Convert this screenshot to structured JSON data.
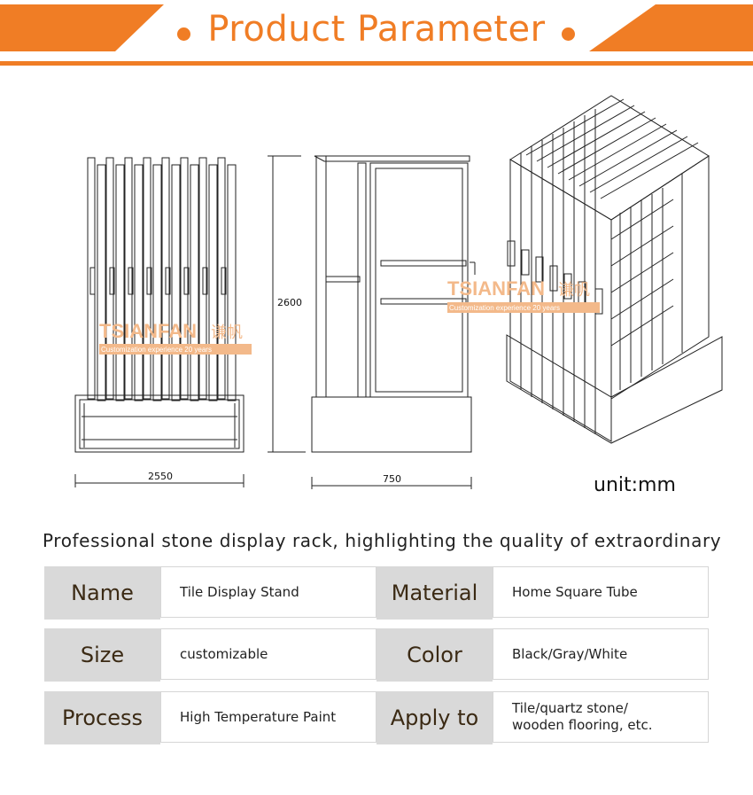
{
  "header": {
    "title": "Product Parameter",
    "accent_color": "#f07d25"
  },
  "drawing": {
    "dim_width_front": "2550",
    "dim_height": "2600",
    "dim_depth": "750",
    "watermark_brand": "TSIANFAN",
    "watermark_cn": "谦帆",
    "watermark_sub": "Customization experience 20 years",
    "unit": "unit:mm"
  },
  "tagline": "Professional stone display rack, highlighting the quality of extraordinary",
  "specs": [
    {
      "label": "Name",
      "value": "Tile Display Stand"
    },
    {
      "label": "Material",
      "value": "Home Square Tube"
    },
    {
      "label": "Size",
      "value": "customizable"
    },
    {
      "label": "Color",
      "value": "Black/Gray/White"
    },
    {
      "label": "Process",
      "value": "High Temperature Paint"
    },
    {
      "label": "Apply to",
      "value": "Tile/quartz stone/\nwooden flooring, etc."
    }
  ]
}
